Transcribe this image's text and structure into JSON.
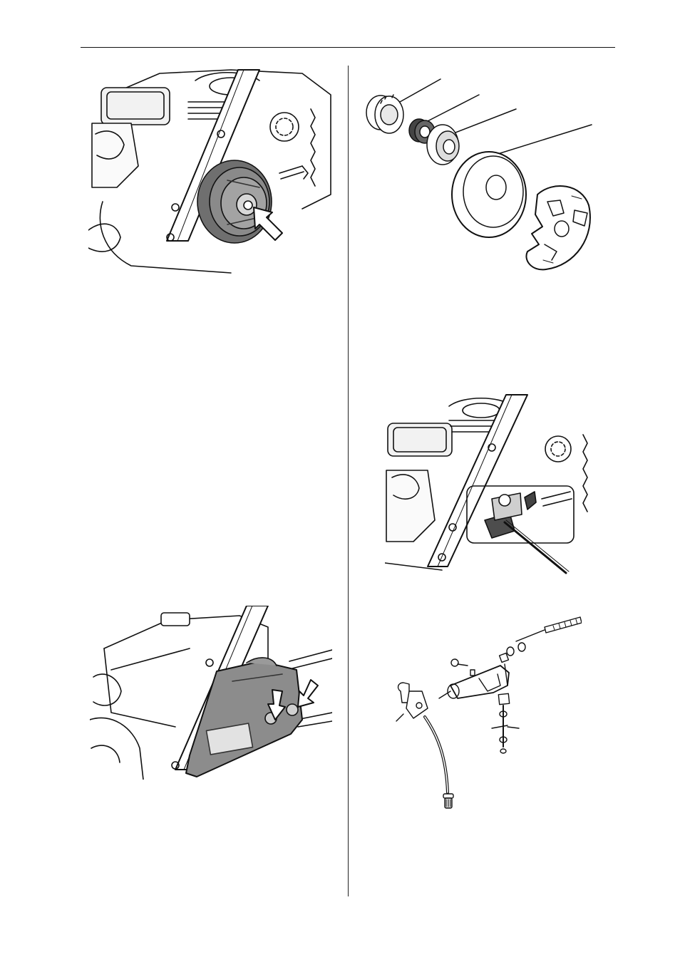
{
  "page": {
    "figures": [
      {
        "id": "clutch-removal",
        "icon": "clutch-drum-arrow-illustration"
      },
      {
        "id": "clutch-parts-exploded",
        "icon": "clutch-exploded-view-illustration"
      },
      {
        "id": "oil-pump-removal",
        "icon": "oil-pump-screwdriver-illustration"
      },
      {
        "id": "clutch-cover-fitting",
        "icon": "clutch-cover-arrows-illustration"
      },
      {
        "id": "oil-pump-parts-exploded",
        "icon": "oil-pump-exploded-view-illustration"
      }
    ]
  }
}
